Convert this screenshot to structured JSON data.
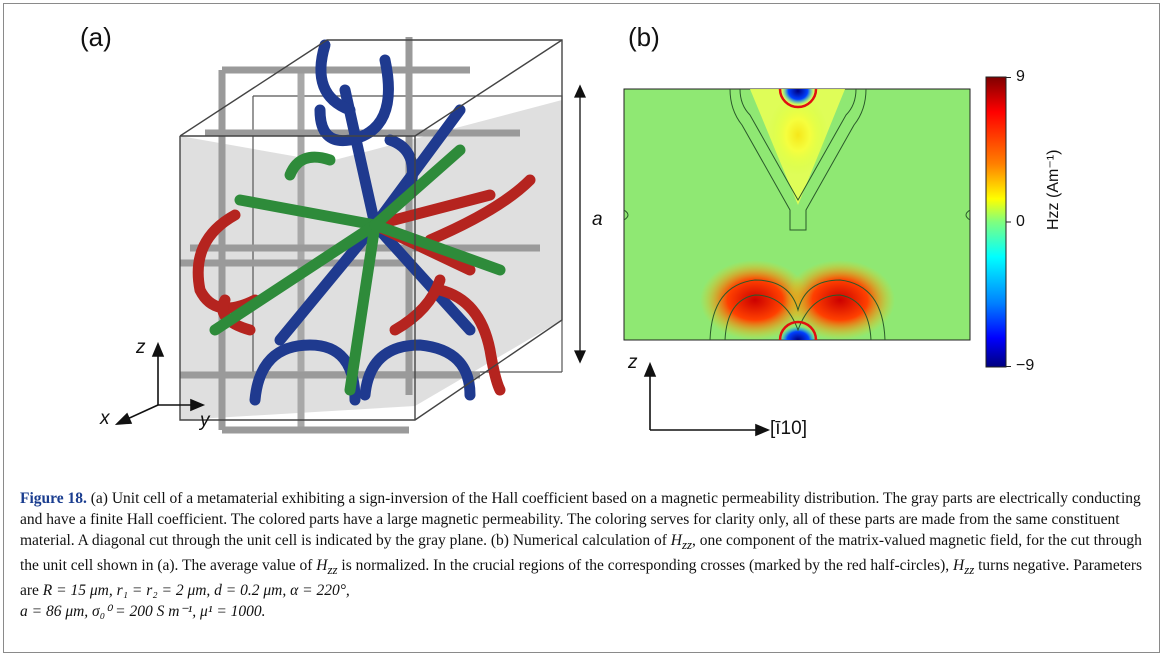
{
  "panel_a": {
    "label": "(a)",
    "axes": {
      "z": "z",
      "x": "x",
      "y": "y",
      "lattice": "a"
    },
    "rod_colors": {
      "gray": "#9a9a9a",
      "red": "#b5241f",
      "green": "#2e8b3a",
      "blue": "#1f3a8f"
    }
  },
  "panel_b": {
    "label": "(b)",
    "axes": {
      "vertical": "z",
      "horizontal": "[ī10]"
    },
    "colorbar": {
      "label": "Hzz (Am⁻¹)",
      "max": "9",
      "mid": "0",
      "min": "−9",
      "colormap": [
        "#00007f",
        "#0000ff",
        "#00bfff",
        "#33ffcc",
        "#7fff7f",
        "#ccff33",
        "#ffff00",
        "#ff8000",
        "#ff0000",
        "#7f0000"
      ]
    }
  },
  "caption": {
    "figure_label": "Figure 18.",
    "seg1": " (a) Unit cell of a metamaterial exhibiting a sign-inversion of the Hall coefficient based on a magnetic permeability distribution. The gray parts are electrically conducting and have a finite Hall coefficient. The colored parts have a large magnetic permeability. The coloring serves for clarity only, all of these parts are made from the same constituent material. A diagonal cut through the unit cell is indicated by the gray plane. (b) Numerical calculation of ",
    "h1": "H",
    "h1_sub": "zz",
    "seg2": ", one component of the matrix-valued magnetic field, for the cut through the unit cell shown in (a). The average value of ",
    "h2": "H",
    "h2_sub": "zz",
    "seg3": " is normalized. In the crucial regions of the corresponding crosses (marked by the red half-circles), ",
    "h3": "H",
    "h3_sub": "zz",
    "seg4": " turns negative. Parameters are ",
    "params1": "R = 15 μm, r₁ = r₂ = 2 μm, d = 0.2 μm, α = 220°,",
    "params2": "a = 86 μm, σ₀⁰ = 200 S m⁻¹, μ¹ = 1000."
  }
}
